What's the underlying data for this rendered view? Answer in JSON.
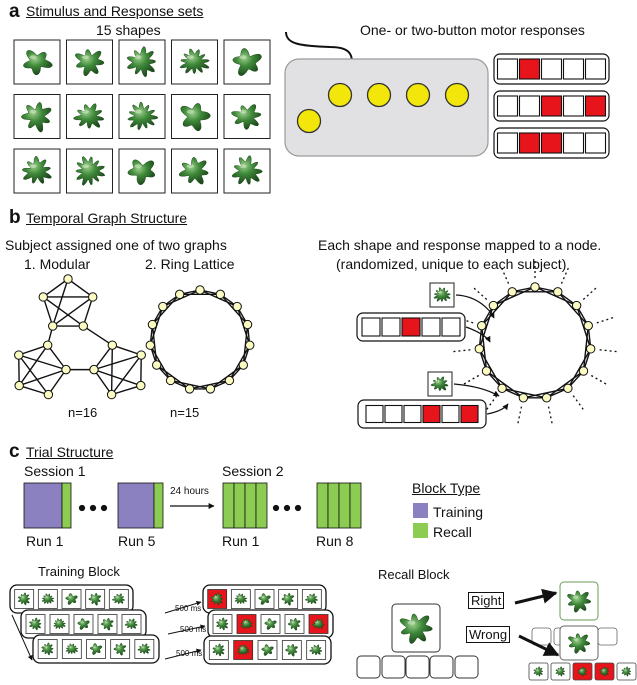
{
  "panel_a": {
    "letter": "a",
    "title": "Stimulus and Response sets",
    "shapes_label": "15 shapes",
    "motor_label": "One- or two-button motor responses",
    "response_patterns": [
      [
        0,
        1,
        0,
        0,
        0
      ],
      [
        0,
        0,
        1,
        0,
        1
      ],
      [
        0,
        1,
        1,
        0,
        0
      ]
    ]
  },
  "panel_b": {
    "letter": "b",
    "title": "Temporal Graph Structure",
    "assigned_label": "Subject assigned one of two graphs",
    "graph1_label": "1. Modular",
    "graph2_label": "2. Ring Lattice",
    "graph1_n": "n=16",
    "graph2_n": "n=15",
    "mapping_line1": "Each shape and response mapped to a node.",
    "mapping_line2": "(randomized, unique to each subject)",
    "mapping_patterns": [
      [
        0,
        0,
        1,
        0,
        0
      ],
      [
        0,
        0,
        0,
        1,
        0,
        1
      ]
    ]
  },
  "panel_c": {
    "letter": "c",
    "title": "Trial Structure",
    "session1": "Session 1",
    "session2": "Session 2",
    "run_s1_a": "Run 1",
    "run_s1_b": "Run 5",
    "run_s2_a": "Run 1",
    "run_s2_b": "Run 8",
    "gap": "24 hours",
    "legend_title": "Block Type",
    "legend_training": "Training",
    "legend_recall": "Recall",
    "training_block": "Training Block",
    "recall_block": "Recall Block",
    "delay1": "500 ms",
    "delay2": "500 ms",
    "delay3": "500 ms",
    "right": "Right",
    "wrong": "Wrong"
  },
  "colors": {
    "training": "#8b80c0",
    "recall": "#8dcc52",
    "response_on": "#e8141c",
    "button": "#f2e60a",
    "node": "#fbfbc2",
    "shape": "#3f8a3a"
  }
}
